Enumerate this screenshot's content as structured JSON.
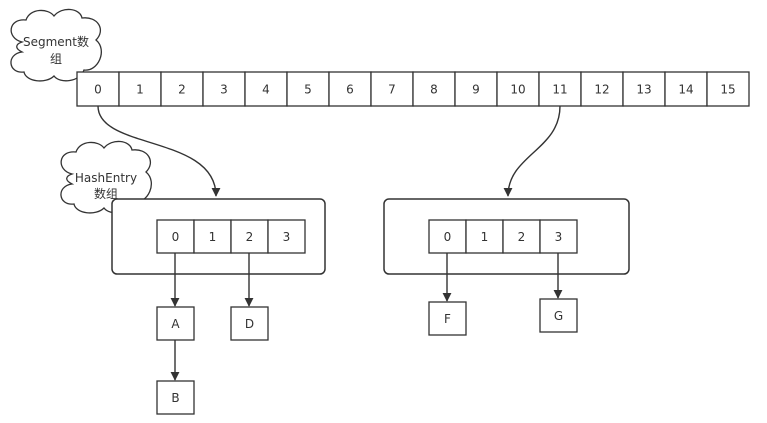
{
  "segment_array": {
    "label_line1": "Segment数",
    "label_line2": "组",
    "cells": [
      "0",
      "1",
      "2",
      "3",
      "4",
      "5",
      "6",
      "7",
      "8",
      "9",
      "10",
      "11",
      "12",
      "13",
      "14",
      "15"
    ]
  },
  "hashentry_label": {
    "line1": "HashEntry",
    "line2": "数组"
  },
  "left_table": {
    "cells": [
      "0",
      "1",
      "2",
      "3"
    ]
  },
  "right_table": {
    "cells": [
      "0",
      "1",
      "2",
      "3"
    ]
  },
  "nodes": {
    "a": "A",
    "b": "B",
    "d": "D",
    "f": "F",
    "g": "G"
  }
}
